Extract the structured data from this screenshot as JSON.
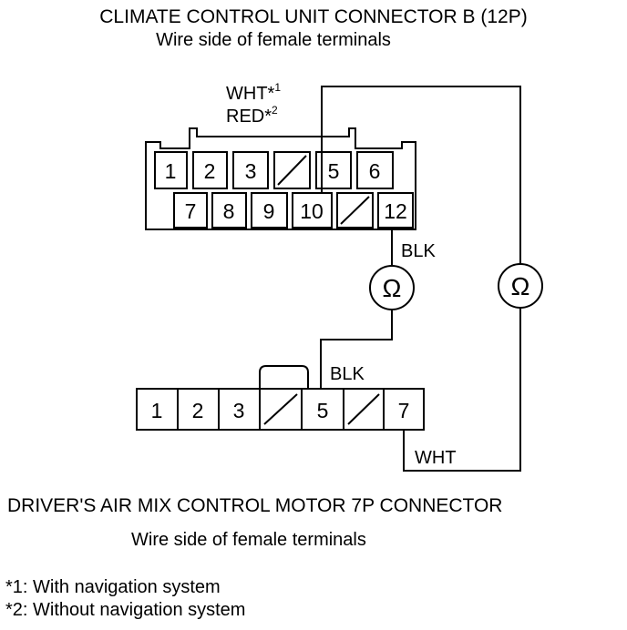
{
  "header": {
    "title": "CLIMATE CONTROL UNIT CONNECTOR B (12P)",
    "subtitle": "Wire side of female terminals"
  },
  "connector_b": {
    "row1": [
      "1",
      "2",
      "3",
      "",
      "5",
      "6"
    ],
    "row2": [
      "7",
      "8",
      "9",
      "10",
      "",
      "12"
    ]
  },
  "wire_labels": {
    "wht1": "WHT*",
    "wht1_sup": "1",
    "red2": "RED*",
    "red2_sup": "2",
    "blk_top": "BLK",
    "blk_bottom": "BLK",
    "wht_bottom": "WHT"
  },
  "meter_symbol": "Ω",
  "connector_7p": {
    "cells": [
      "1",
      "2",
      "3",
      "",
      "5",
      "",
      "7"
    ]
  },
  "footer": {
    "title": "DRIVER'S AIR MIX CONTROL MOTOR 7P CONNECTOR",
    "subtitle": "Wire side of female terminals"
  },
  "notes": [
    "*1: With navigation system",
    "*2: Without navigation system"
  ]
}
